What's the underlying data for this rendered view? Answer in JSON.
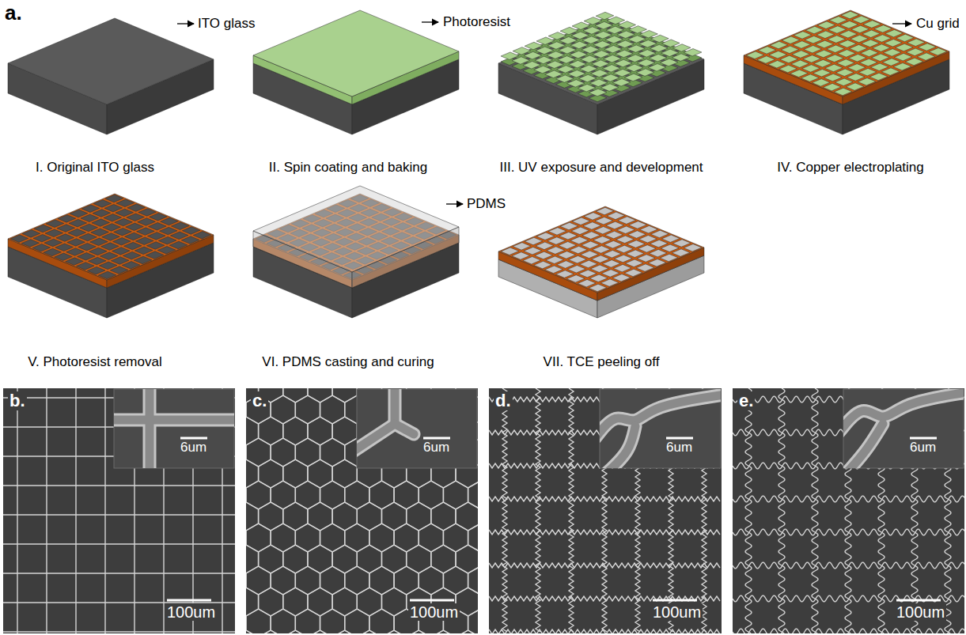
{
  "diagram": {
    "nodes": [
      {
        "text": [
          "b.",
          "6um",
          "100um"
        ]
      },
      {
        "text": [
          "c.",
          "6um",
          "100um"
        ]
      },
      {
        "text": [
          "d.",
          "6um",
          "100um"
        ]
      },
      {
        "text": [
          "e.",
          "6um",
          "100um"
        ]
      }
    ],
    "labels": [
      "a.",
      "ITO glass",
      "Photoresist",
      "Cu grid",
      "I. Original ITO glass",
      "II. Spin coating and baking",
      "III. UV exposure and development",
      "IV. Copper electroplating",
      "PDMS",
      "V. Photoresist removal",
      "VI. PDMS casting and curing",
      "VII. TCE peeling off"
    ]
  }
}
